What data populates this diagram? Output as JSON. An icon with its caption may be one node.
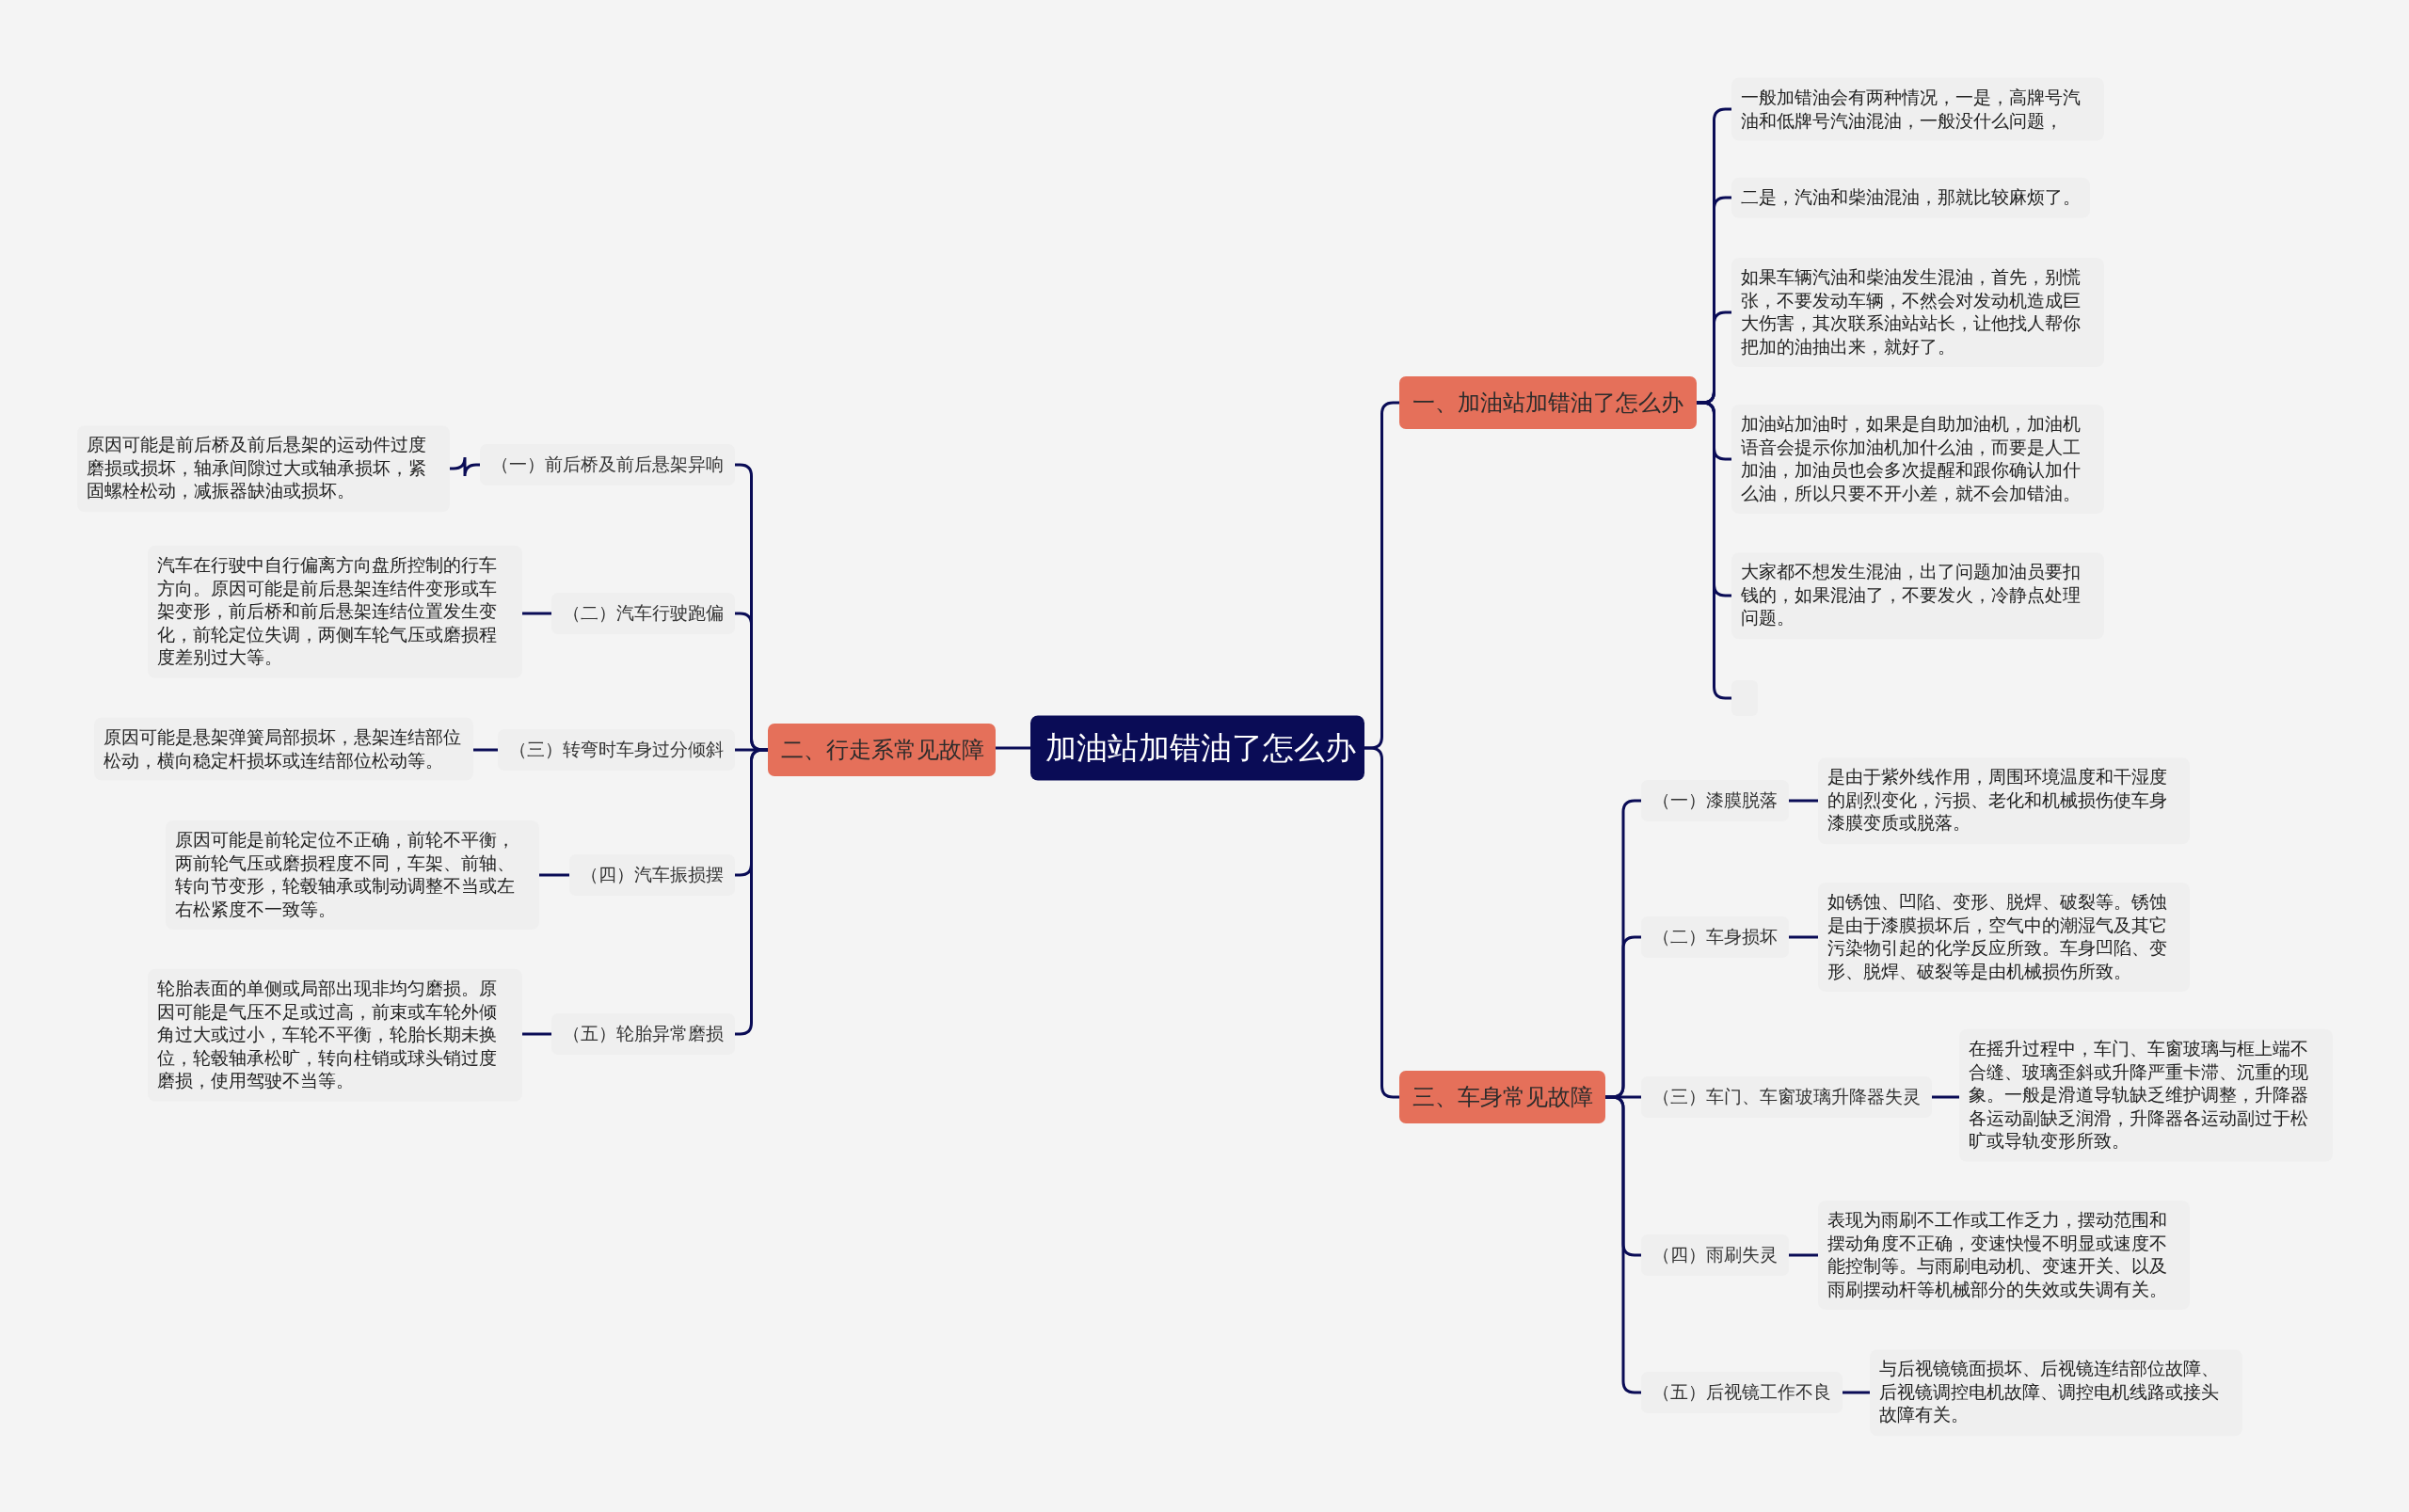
{
  "diagram": {
    "nodes": [
      {
        "text": [
          "加油站加错油了怎么办"
        ]
      },
      {
        "text": [
          "一、加油站加错油了怎么办"
        ]
      },
      {
        "text": [
          "一般加错油会有两种情况，一是，高牌号汽油和低牌号汽油混油，一般没什么问题，"
        ]
      },
      {
        "text": [
          "二是，汽油和柴油混油，那就比较麻烦了。"
        ]
      },
      {
        "text": [
          "如果车辆汽油和柴油发生混油，首先，别慌张，不要发动车辆，不然会对发动机造成巨大伤害，其次联系油站站长，让他找人帮你把加的油抽出来，就好了。"
        ]
      },
      {
        "text": [
          "加油站加油时，如果是自助加油机，加油机语音会提示你加油机加什么油，而要是人工加油，加油员也会多次提醒和跟你确认加什么油，所以只要不开小差，就不会加错油。"
        ]
      },
      {
        "text": [
          "大家都不想发生混油，出了问题加油员要扣钱的，如果混油了，不要发火，冷静点处理问题。"
        ]
      },
      {
        "text": [],
        "shape": "box"
      },
      {
        "text": [
          "二、行走系常见故障"
        ]
      },
      {
        "text": [
          "（一）前后桥及前后悬架异响"
        ]
      },
      {
        "text": [
          "原因可能是前后桥及前后悬架的运动件过度磨损或损坏，轴承间隙过大或轴承损坏，紧固螺栓松动，减振器缺油或损坏。"
        ]
      },
      {
        "text": [
          "（二）汽车行驶跑偏"
        ]
      },
      {
        "text": [
          "汽车在行驶中自行偏离方向盘所控制的行车方向。原因可能是前后悬架连结件变形或车架变形，前后桥和前后悬架连结位置发生变化，前轮定位失调，两侧车轮气压或磨损程度差别过大等。"
        ]
      },
      {
        "text": [
          "（三）转弯时车身过分倾斜"
        ]
      },
      {
        "text": [
          "原因可能是悬架弹簧局部损坏，悬架连结部位松动，横向稳定杆损坏或连结部位松动等。"
        ]
      },
      {
        "text": [
          "（四）汽车振损摆"
        ]
      },
      {
        "text": [
          "原因可能是前轮定位不正确，前轮不平衡，两前轮气压或磨损程度不同，车架、前轴、转向节变形，轮毂轴承或制动调整不当或左右松紧度不一致等。"
        ]
      },
      {
        "text": [
          "（五）轮胎异常磨损"
        ]
      },
      {
        "text": [
          "轮胎表面的单侧或局部出现非均匀磨损。原因可能是气压不足或过高，前束或车轮外倾角过大或过小，车轮不平衡，轮胎长期未换位，轮毂轴承松旷，转向柱销或球头销过度磨损，使用驾驶不当等。"
        ]
      },
      {
        "text": [
          "三、车身常见故障"
        ]
      },
      {
        "text": [
          "（一）漆膜脱落"
        ]
      },
      {
        "text": [
          "是由于紫外线作用，周围环境温度和干湿度的剧烈变化，污损、老化和机械损伤使车身漆膜变质或脱落。"
        ]
      },
      {
        "text": [
          "（二）车身损坏"
        ]
      },
      {
        "text": [
          "如锈蚀、凹陷、变形、脱焊、破裂等。锈蚀是由于漆膜损坏后，空气中的潮湿气及其它污染物引起的化学反应所致。车身凹陷、变形、脱焊、破裂等是由机械损伤所致。"
        ]
      },
      {
        "text": [
          "（三）车门、车窗玻璃升降器失灵"
        ]
      },
      {
        "text": [
          "在摇升过程中，车门、车窗玻璃与框上端不合缝、玻璃歪斜或升降严重卡滞、沉重的现象。一般是滑道导轨缺乏维护调整，升降器各运动副缺乏润滑，升降器各运动副过于松旷或导轨变形所致。"
        ]
      },
      {
        "text": [
          "（四）雨刷失灵"
        ]
      },
      {
        "text": [
          "表现为雨刷不工作或工作乏力，摆动范围和摆动角度不正确，变速快慢不明显或速度不能控制等。与雨刷电动机、变速开关、以及雨刷摆动杆等机械部分的失效或失调有关。"
        ]
      },
      {
        "text": [
          "（五）后视镜工作不良"
        ]
      },
      {
        "text": [
          "与后视镜镜面损坏、后视镜连结部位故障、后视镜调控电机故障、调控电机线路或接头故障有关。"
        ]
      }
    ],
    "edges": [
      {
        "from": 0,
        "to": 1,
        "arrow": "none"
      },
      {
        "from": 1,
        "to": 2,
        "arrow": "none"
      },
      {
        "from": 1,
        "to": 3,
        "arrow": "none"
      },
      {
        "from": 1,
        "to": 4,
        "arrow": "none"
      },
      {
        "from": 1,
        "to": 5,
        "arrow": "none"
      },
      {
        "from": 1,
        "to": 6,
        "arrow": "none"
      },
      {
        "from": 1,
        "to": 7,
        "arrow": "none"
      },
      {
        "from": 0,
        "to": 8,
        "arrow": "none"
      },
      {
        "from": 8,
        "to": 9,
        "arrow": "none"
      },
      {
        "from": 9,
        "to": 10,
        "arrow": "none"
      },
      {
        "from": 8,
        "to": 11,
        "arrow": "none"
      },
      {
        "from": 11,
        "to": 12,
        "arrow": "none"
      },
      {
        "from": 8,
        "to": 13,
        "arrow": "none"
      },
      {
        "from": 13,
        "to": 14,
        "arrow": "none"
      },
      {
        "from": 8,
        "to": 15,
        "arrow": "none"
      },
      {
        "from": 15,
        "to": 16,
        "arrow": "none"
      },
      {
        "from": 8,
        "to": 17,
        "arrow": "none"
      },
      {
        "from": 17,
        "to": 18,
        "arrow": "none"
      },
      {
        "from": 0,
        "to": 19,
        "arrow": "none"
      },
      {
        "from": 19,
        "to": 20,
        "arrow": "none"
      },
      {
        "from": 20,
        "to": 21,
        "arrow": "none"
      },
      {
        "from": 19,
        "to": 22,
        "arrow": "none"
      },
      {
        "from": 22,
        "to": 23,
        "arrow": "none"
      },
      {
        "from": 19,
        "to": 24,
        "arrow": "none"
      },
      {
        "from": 24,
        "to": 25,
        "arrow": "none"
      },
      {
        "from": 19,
        "to": 26,
        "arrow": "none"
      },
      {
        "from": 26,
        "to": 27,
        "arrow": "none"
      },
      {
        "from": 19,
        "to": 28,
        "arrow": "none"
      },
      {
        "from": 28,
        "to": 29,
        "arrow": "none"
      }
    ]
  }
}
